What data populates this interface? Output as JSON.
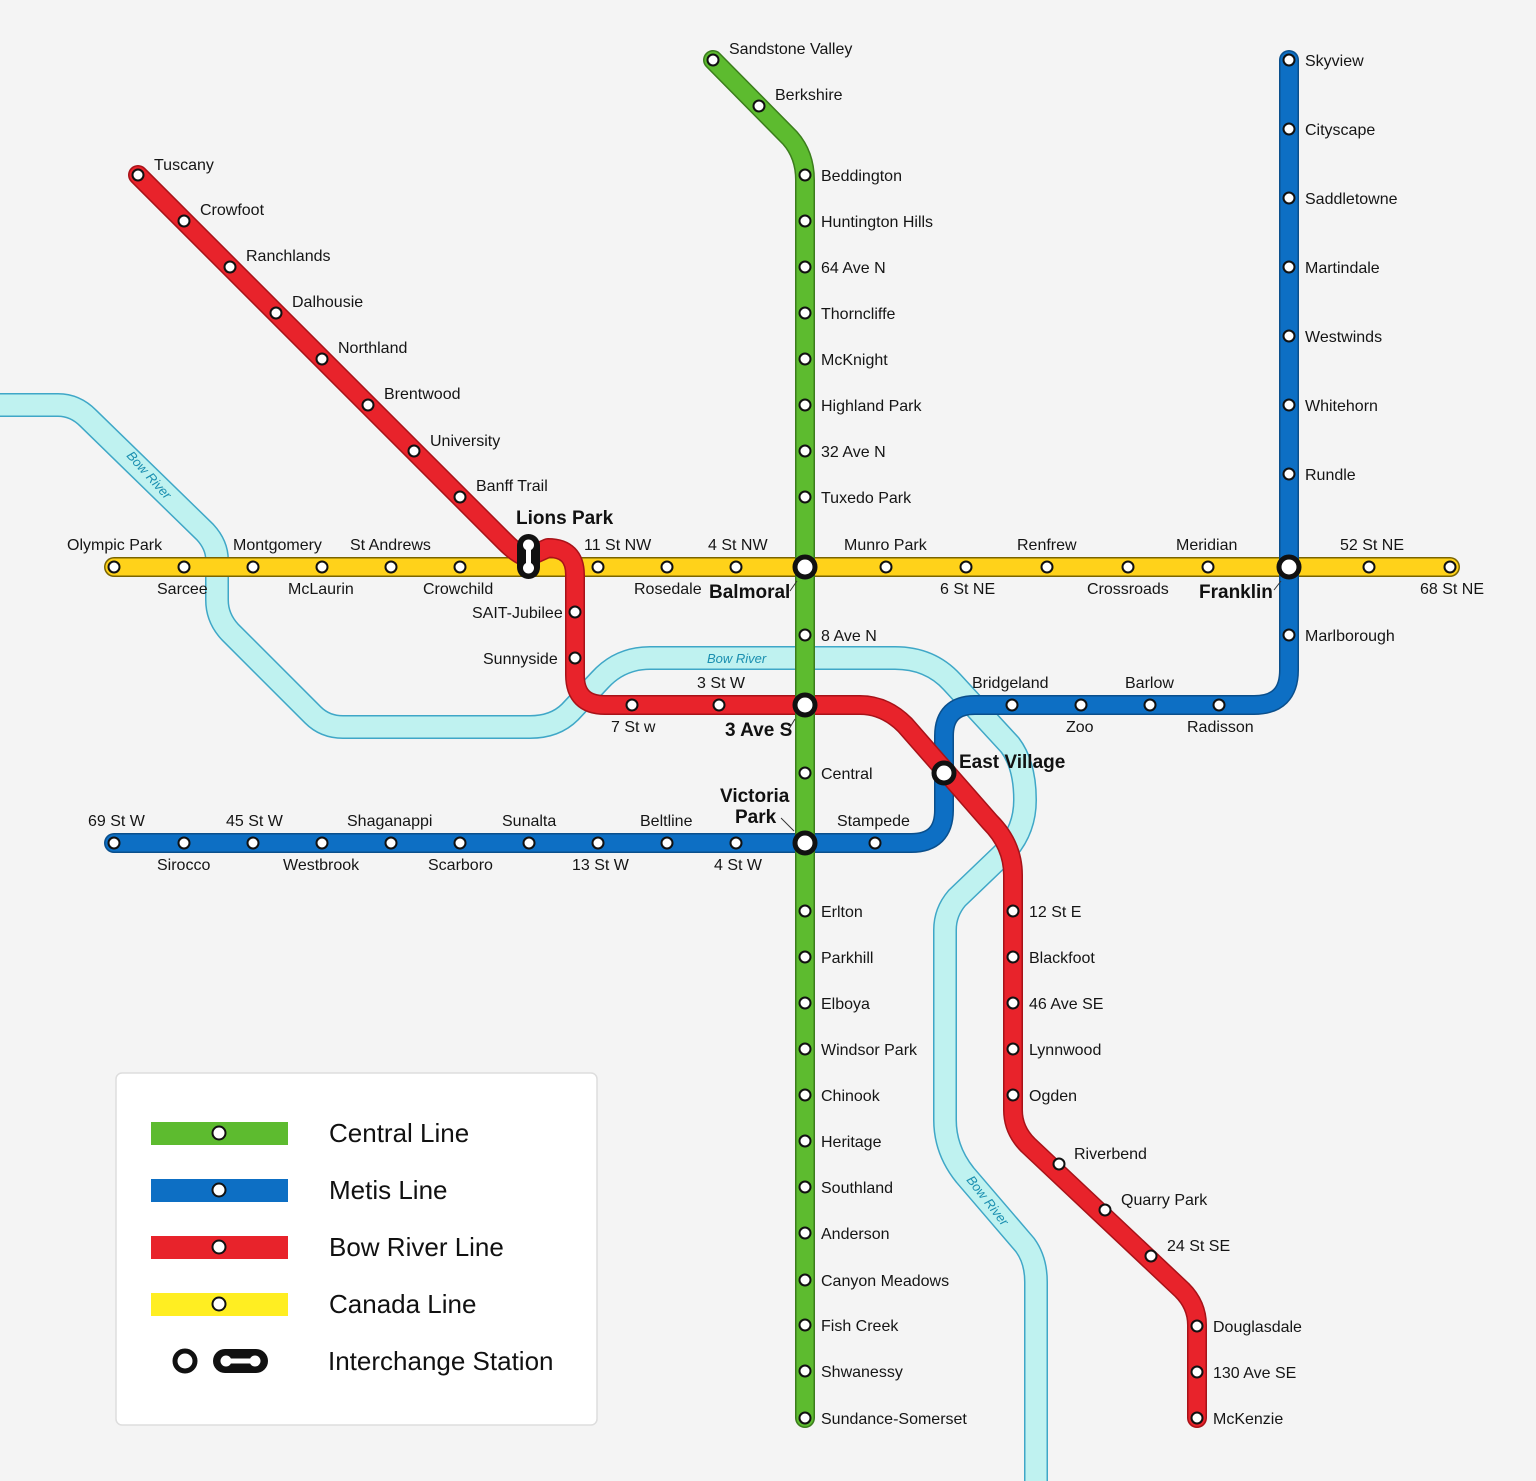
{
  "colors": {
    "background": "#f4f4f4",
    "central": "#5dbb2f",
    "metis": "#0d6fc4",
    "bow": "#e8232b",
    "canada": "#ffd21a",
    "river": "#bff2f0",
    "river_edge": "#3fa7c7",
    "interchange": "#111111"
  },
  "river": {
    "labels": [
      "Bow River",
      "Bow River",
      "Bow River"
    ]
  },
  "lines": {
    "central": {
      "stations": [
        "Sandstone Valley",
        "Berkshire",
        "Beddington",
        "Huntington Hills",
        "64 Ave N",
        "Thorncliffe",
        "McKnight",
        "Highland Park",
        "32 Ave N",
        "Tuxedo Park",
        "8 Ave N",
        "Central",
        "Erlton",
        "Parkhill",
        "Elboya",
        "Windsor Park",
        "Chinook",
        "Heritage",
        "Southland",
        "Anderson",
        "Canyon Meadows",
        "Fish Creek",
        "Shwanessy",
        "Sundance-Somerset"
      ]
    },
    "metis": {
      "stations": [
        "Skyview",
        "Cityscape",
        "Saddletowne",
        "Martindale",
        "Westwinds",
        "Whitehorn",
        "Rundle",
        "Marlborough",
        "Radisson",
        "Barlow",
        "Zoo",
        "Bridgeland",
        "Stampede",
        "4 St W",
        "Beltline",
        "13 St W",
        "Sunalta",
        "Scarboro",
        "Shaganappi",
        "Westbrook",
        "45 St W",
        "Sirocco",
        "69 St W"
      ]
    },
    "bow": {
      "stations": [
        "Tuscany",
        "Crowfoot",
        "Ranchlands",
        "Dalhousie",
        "Northland",
        "Brentwood",
        "University",
        "Banff Trail",
        "SAIT-Jubilee",
        "Sunnyside",
        "7 St w",
        "3 St W",
        "12 St E",
        "Blackfoot",
        "46 Ave SE",
        "Lynnwood",
        "Ogden",
        "Riverbend",
        "Quarry Park",
        "24 St SE",
        "Douglasdale",
        "130 Ave SE",
        "McKenzie"
      ]
    },
    "canada": {
      "stations": [
        "Olympic Park",
        "Sarcee",
        "Montgomery",
        "McLaurin",
        "St Andrews",
        "Crowchild",
        "11 St NW",
        "Rosedale",
        "4 St NW",
        "Munro Park",
        "6 St NE",
        "Renfrew",
        "Crossroads",
        "Meridian",
        "52 St NE",
        "68 St NE"
      ]
    }
  },
  "interchanges": [
    "Lions Park",
    "Balmoral",
    "Franklin",
    "3 Ave S",
    "East Village",
    "Victoria Park"
  ],
  "legend": {
    "items": [
      {
        "label": "Central Line",
        "color": "#5dbb2f"
      },
      {
        "label": "Metis Line",
        "color": "#0d6fc4"
      },
      {
        "label": "Bow River Line",
        "color": "#e8232b"
      },
      {
        "label": "Canada Line",
        "color": "#ffd21a"
      }
    ],
    "interchange_label": "Interchange Station"
  }
}
